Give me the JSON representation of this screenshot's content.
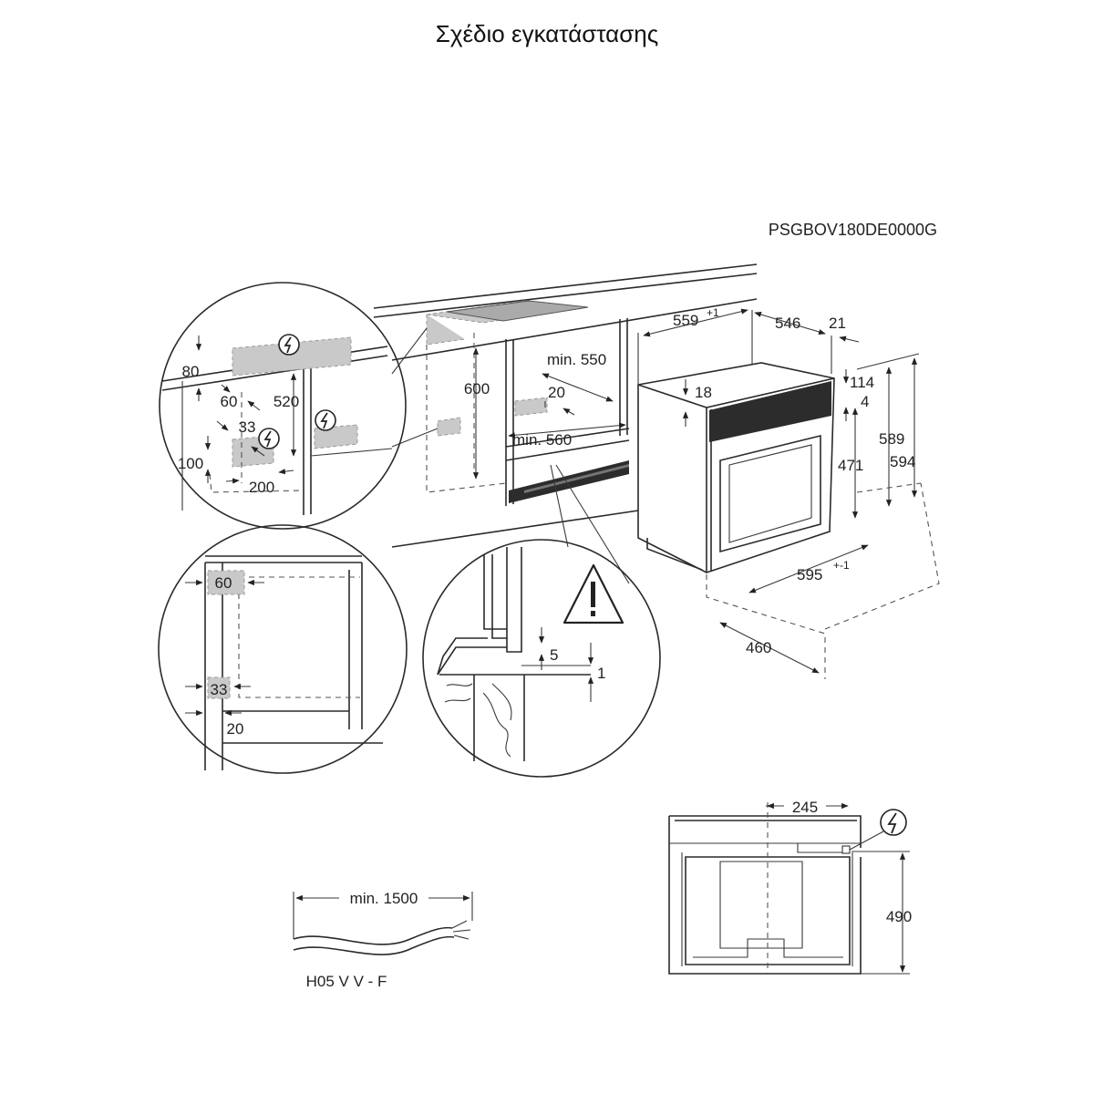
{
  "title": "Σχέδιο εγκατάστασης",
  "model_code": "PSGBOV180DE0000G",
  "dimensions": {
    "d80": "80",
    "d60": "60",
    "d520": "520",
    "d33": "33",
    "d100": "100",
    "d200": "200",
    "d600": "600",
    "d_min550": "min. 550",
    "d20a": "20",
    "d_min560": "min. 560",
    "d559": "559",
    "d559_tol": "+1",
    "d546": "546",
    "d21": "21",
    "d18": "18",
    "d114": "114",
    "d4": "4",
    "d471": "471",
    "d589": "589",
    "d594": "594",
    "d595": "595",
    "d595_tol": "+-1",
    "d460": "460",
    "d60b": "60",
    "d33b": "33",
    "d20b": "20",
    "d5": "5",
    "d1": "1",
    "d245": "245",
    "d490": "490",
    "d_min1500": "min. 1500"
  },
  "cable_type": "H05 V V - F",
  "icons": {
    "electric": "electric-supply-icon",
    "warning": "warning-triangle-icon"
  }
}
